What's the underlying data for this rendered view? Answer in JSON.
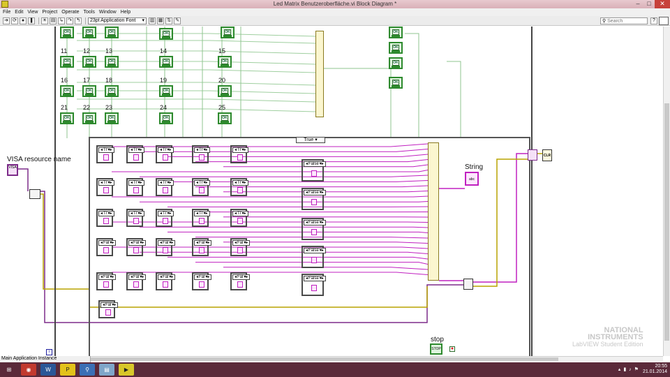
{
  "window": {
    "title": "Led Matrix Benutzeroberfläche.vi Block Diagram *",
    "app_icon": "labview-vi-icon"
  },
  "menu": [
    "File",
    "Edit",
    "View",
    "Project",
    "Operate",
    "Tools",
    "Window",
    "Help"
  ],
  "toolbar": {
    "font": "23pt Application Font",
    "search_placeholder": "Search",
    "help_label": "?"
  },
  "diagram": {
    "ok_label": "OK",
    "number_labels": [
      "11",
      "12",
      "13",
      "14",
      "15",
      "16",
      "17",
      "18",
      "19",
      "20",
      "21",
      "22",
      "23",
      "24",
      "25"
    ],
    "case_true": "True",
    "case_false": "False",
    "case_tr_short": "Tr",
    "case_false_short": "Fal",
    "visa_label": "VISA resource name",
    "string_label": "String",
    "stop_label": "stop",
    "clr_label": "CLR",
    "visa_text": "VISA",
    "abc_text": "abc",
    "stop_text": "STOP",
    "iter_label": "i"
  },
  "watermark": {
    "line1": "NATIONAL",
    "line2": "INSTRUMENTS",
    "line3": "LabVIEW Student Edition"
  },
  "statusbar": {
    "text": "Main Application Instance"
  },
  "taskbar": {
    "apps": [
      "start",
      "chrome",
      "word",
      "pw",
      "magnifier",
      "files",
      "labview"
    ],
    "time": "20:55",
    "date": "21.01.2014"
  },
  "colors": {
    "bool_wire": "#2e8a2e",
    "string_wire": "#c020c0",
    "error_wire": "#b8a400",
    "titlebar": "#d9b0b8",
    "taskbar": "#5b2a3a"
  }
}
